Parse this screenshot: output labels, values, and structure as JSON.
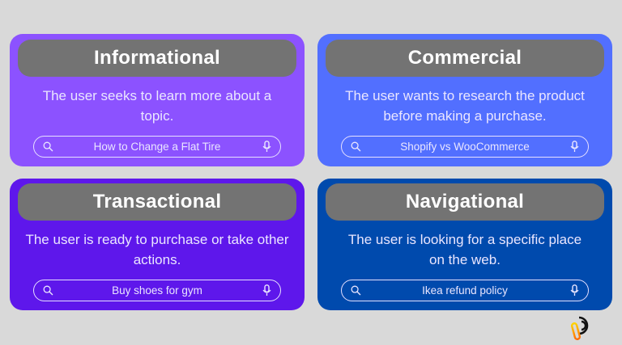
{
  "colors": {
    "background": "#d9d9d9",
    "pill": "#737373",
    "informational": "#8c52ff",
    "commercial": "#526fff",
    "transactional": "#5e17eb",
    "navigational": "#004aad"
  },
  "cards": [
    {
      "title": "Informational",
      "description": "The user seeks to learn more about a topic.",
      "search_query": "How to Change a Flat Tire",
      "icons": [
        "search-icon",
        "microphone-icon"
      ]
    },
    {
      "title": "Commercial",
      "description": "The user wants to research the product before making a purchase.",
      "search_query": "Shopify vs WooCommerce",
      "icons": [
        "search-icon",
        "microphone-icon"
      ]
    },
    {
      "title": "Transactional",
      "description": "The user is ready to purchase or take other actions.",
      "search_query": "Buy shoes for gym",
      "icons": [
        "search-icon",
        "microphone-icon"
      ]
    },
    {
      "title": "Navigational",
      "description": "The user is looking for a specific place on the web.",
      "search_query": "Ikea refund policy",
      "icons": [
        "search-icon",
        "microphone-icon"
      ]
    }
  ],
  "logo": {
    "icon": "brand-logo-icon"
  }
}
